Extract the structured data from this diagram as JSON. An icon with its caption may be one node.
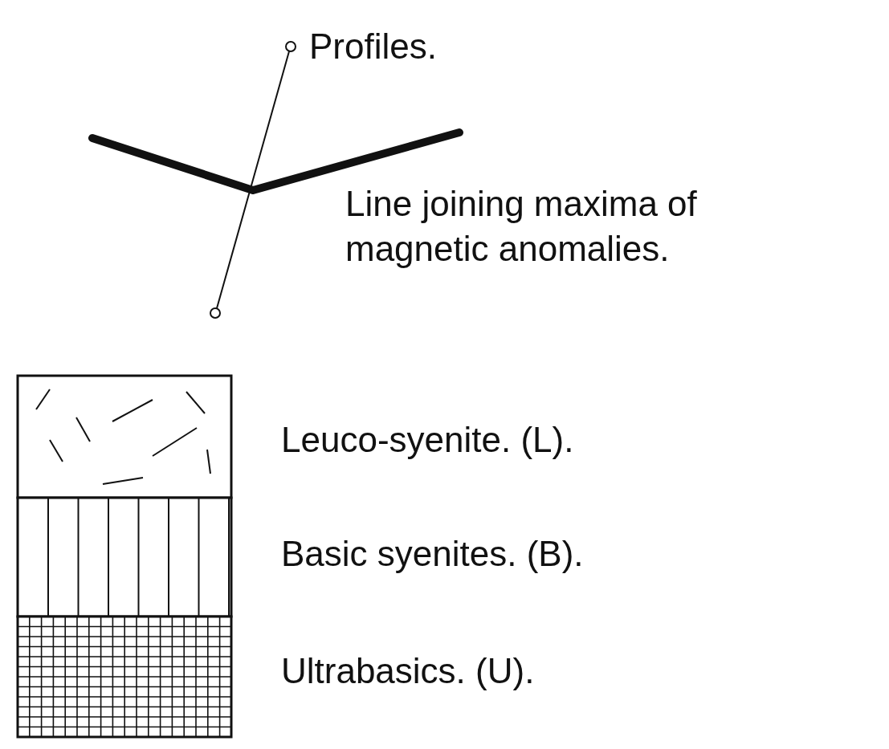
{
  "diagram": {
    "legend": [
      {
        "text": "Profiles."
      },
      {
        "text": "Line joining maxima of magnetic anomalies."
      },
      {
        "text": "Leuco-syenite. (L)."
      },
      {
        "text": "Basic syenites. (B)."
      },
      {
        "text": "Ultrabasics. (U)."
      }
    ]
  }
}
